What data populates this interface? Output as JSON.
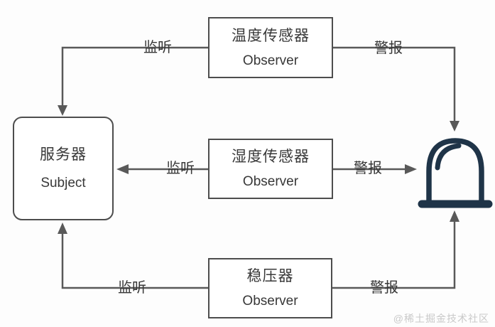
{
  "diagram": {
    "subject": {
      "title": "服务器",
      "subtitle": "Subject"
    },
    "observers": [
      {
        "id": "temperature-sensor",
        "title": "温度传感器",
        "subtitle": "Observer"
      },
      {
        "id": "humidity-sensor",
        "title": "湿度传感器",
        "subtitle": "Observer"
      },
      {
        "id": "voltage-regulator",
        "title": "稳压器",
        "subtitle": "Observer"
      }
    ],
    "edges": {
      "listen_top": "监听",
      "listen_middle": "监听",
      "listen_bottom": "监听",
      "alarm_top": "警报",
      "alarm_middle": "警报",
      "alarm_bottom": "警报"
    },
    "icons": {
      "alarm": "alarm-light-icon"
    }
  },
  "watermark": "@稀土掘金技术社区",
  "colors": {
    "line": "#595959",
    "box_border": "#4d4d4d",
    "text": "#383838",
    "alarm": "#1f3448",
    "watermark": "#c9c9c9",
    "background": "#fdfdfd"
  }
}
